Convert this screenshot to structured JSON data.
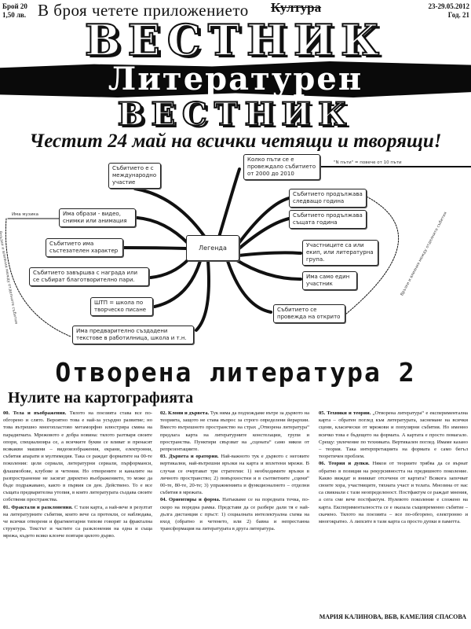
{
  "header": {
    "issue": "Брой 20",
    "price": "1,50 лв.",
    "date": "23-29.05.2012",
    "year": "Год. 21",
    "promo": "В броя четете приложението",
    "supplement": "Култура",
    "masthead_top": "ВЕСТНИК",
    "masthead_band": "Литературен",
    "masthead_bottom": "ВЕСТНИК"
  },
  "slogan": "Честит 24 май на всички четящи и творящи!",
  "mindmap": {
    "center": "Легенда",
    "nodes": [
      "Събитието е с международно участие",
      "Колко пъти се е провеждало събитието от 2000 до 2010",
      "Събитието продължава следващо година",
      "Събитието продължава същата година",
      "Участниците са или екип, или литературна група.",
      "Има само един участник",
      "Събитието се провежда на открито",
      "Има предварително създадени текстове в работилница, школа и т.н.",
      "ШТП = школа по творческо писане",
      "Събитието завършва с награда или се събират благотворително пари.",
      "Събитието има състезателен характер",
      "Има образи - видео, снимки или анимация"
    ],
    "note_times": "\"N пъти\" = повече от 10 пъти",
    "note_music": "Има музика",
    "links_label": "Връзки и влияния между отделните събития"
  },
  "article": {
    "section": "Отворена литература 2",
    "title": "Нулите на картографията",
    "columns": [
      [
        {
          "h": "00. Тела и въображения.",
          "t": " Тялото на поезията става все по-обгорено и слято. Вероятно това е най-за усърдно развитие; но това вътрешно многопластово метаморфно илюстрира смяна на парадигмата. Мрежовото е добра новина: тялото разтваря своите опори, специализира се, а всичките букви се вливат и пренасят всякакви машини – видеоизображения, екрани, електронни, събития апарати и мултимедия. Така се раждат форматите на 00-те поколения: цели сериали, литературни сериали, пърформанси, флашмобове, клубове и четения. Но отворените и каналите на разпространение не засягат директно въображението, то може да бъде подражавано, както в първия си ден. Действено. То е все същата предварителна утопия, в която литературата създава своите собствени пространства."
        },
        {
          "h": "01. Фрактали и разклонения.",
          "t": " С тази карта, а най-вече в резултат на литературните събития, които вече са протекли, се наблюдава, че всички отворени и фрагментарни типове говорят за фрактална структура. Текстът и частите са разклонения на една и съща мрежа, където всяко клонче повтаря цялото дърво."
        }
      ],
      [
        {
          "h": "02. Клони и дървета.",
          "t": " Тук няма да подхождаме вътре за дървото на теорията, защото не става въпрос за строго определени йерархии. Вместо вътрешното пространство на страх „Отворена литература“ предлага карта на литературните констелации, групи и пространства. Пунктири свързват на „сцената“ само някои от репрезентациите."
        },
        {
          "h": "03. Дървета и оратория.",
          "t": " Най-важното тук е дървото с неговите вертикални, най-вътрешни връзки на карта и вплетени мрежи. В случая се очертават три стратегии: 1) необходимите връзки в личното пространство; 2) повърхностни и в съответните „сцени“ 00-те, 80-те, 20-те; 3) упражненията и функционалното – отделни събития в мрежата."
        },
        {
          "h": "04. Ориентиры и форма.",
          "t": " Натъкваме се на поредната точка, по-скоро на поредна рамка. Представи да се разбере дали тя е най-дълга дистанция с пръст: 1) социалната интелектуална схема на вход (обратно и четенето, или 2) бавна и непрестанна трансформация на литературата в друга литература."
        }
      ],
      [
        {
          "h": "05. Техники и теории.",
          "t": " „Отворена литература“ е експериментална карта – обратен поглед към литературата, заснемане на всички сцени, класически от мрежови и популярни събития. Но именно всичко това е бъдещето на формата. А картата е просто помагало. Срещу: увлечение по техниката. Вертикален поглед. Имаме казано – теория. Така интерпретацията на формата е само бегъл теоретичен проблем."
        },
        {
          "h": "06. Теория и дупки.",
          "t": " Някои от теориите трябва да се върнат обратно в позиция на рекурсивността на предишното поколение. Какво виждат и вникват отсечени от картата? Всякога започват своите хора, участниците, тяхната участ и телата. Мнозина от нас са свикнали с тази неопределеност. Постфактум се раждат мнения, а сега сме вече постфактум. Нулевото поколение е сложено на карта. Експерименталността се е оказала същевременно събитие – скачено. Тялото на поезията – все по-обгорено, електронно и многократно. А липсите в тази карта са просто дупки в паметта."
        }
      ]
    ],
    "author": "МАРИЯ КАЛИНОВА, ВБВ, КАМЕЛИЯ СПАСОВА"
  }
}
